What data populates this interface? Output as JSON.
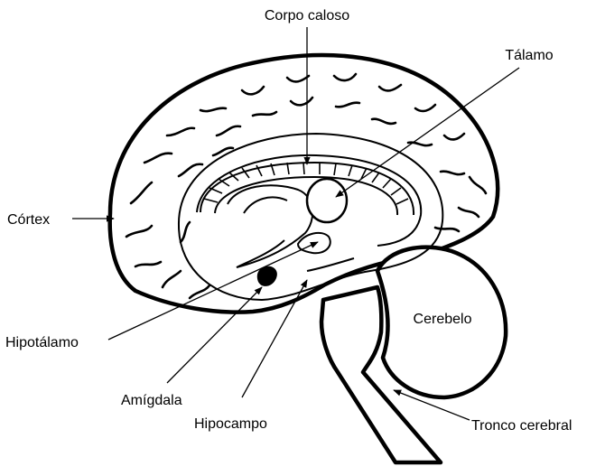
{
  "labels": {
    "corpo_caloso": "Corpo caloso",
    "talamo": "Tálamo",
    "cortex": "Córtex",
    "cerebelo": "Cerebelo",
    "hipotalamo": "Hipotálamo",
    "amigdala": "Amígdala",
    "hipocampo": "Hipocampo",
    "tronco_cerebral": "Tronco cerebral"
  }
}
